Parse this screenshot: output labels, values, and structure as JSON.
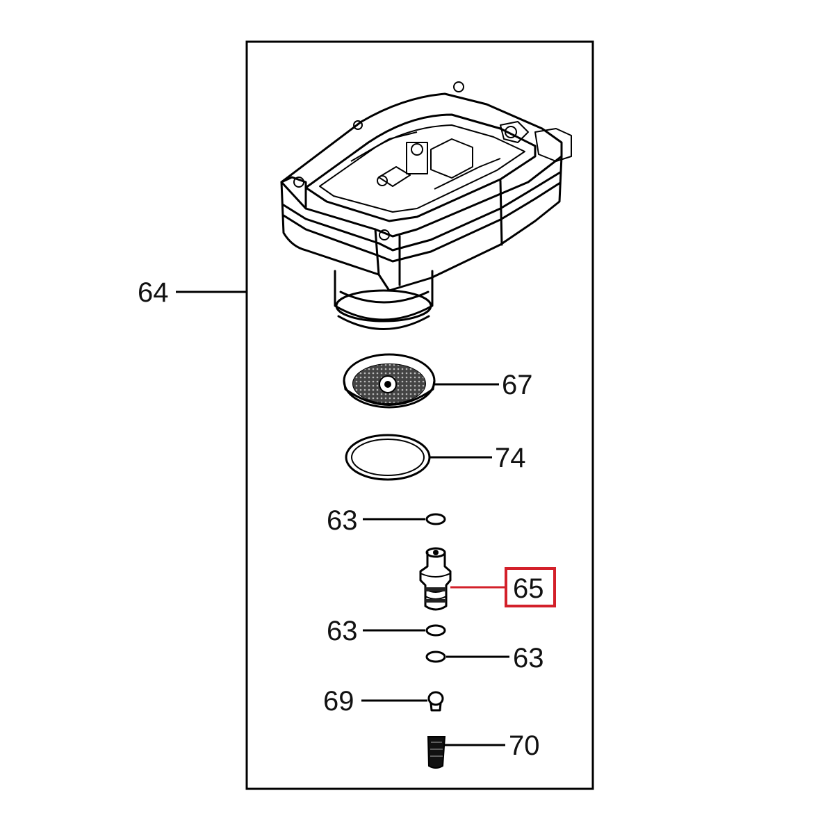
{
  "diagram": {
    "callouts": [
      {
        "id": "c64",
        "label": "64",
        "part": "housing-cover",
        "highlighted": false
      },
      {
        "id": "c67",
        "label": "67",
        "part": "filter-screen",
        "highlighted": false
      },
      {
        "id": "c74",
        "label": "74",
        "part": "large-o-ring",
        "highlighted": false
      },
      {
        "id": "c63a",
        "label": "63",
        "part": "small-o-ring",
        "highlighted": false
      },
      {
        "id": "c65",
        "label": "65",
        "part": "valve-cartridge",
        "highlighted": true
      },
      {
        "id": "c63b",
        "label": "63",
        "part": "small-o-ring",
        "highlighted": false
      },
      {
        "id": "c63c",
        "label": "63",
        "part": "small-o-ring",
        "highlighted": false
      },
      {
        "id": "c69",
        "label": "69",
        "part": "valve-ball-cap",
        "highlighted": false
      },
      {
        "id": "c70",
        "label": "70",
        "part": "spring",
        "highlighted": false
      }
    ],
    "highlight_color": "#d3202a",
    "line_color": "#000000"
  }
}
